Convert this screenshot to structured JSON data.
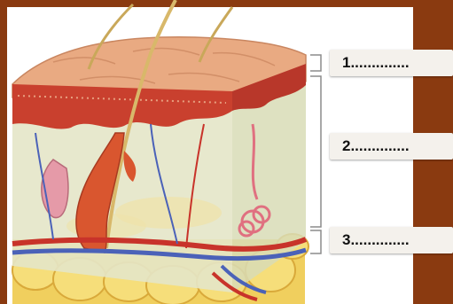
{
  "labels": [
    {
      "text": "1.............."
    },
    {
      "text": "2.............."
    },
    {
      "text": "3.............."
    }
  ],
  "colors": {
    "background_frame": "#8a3a10",
    "epidermis": "#e8a67e",
    "dermis": "#dfe3c4",
    "hypodermis_fat": "#f2d46a",
    "blood_red": "#c8332a",
    "blood_blue": "#4b62b8",
    "hair": "#d8c17a"
  }
}
